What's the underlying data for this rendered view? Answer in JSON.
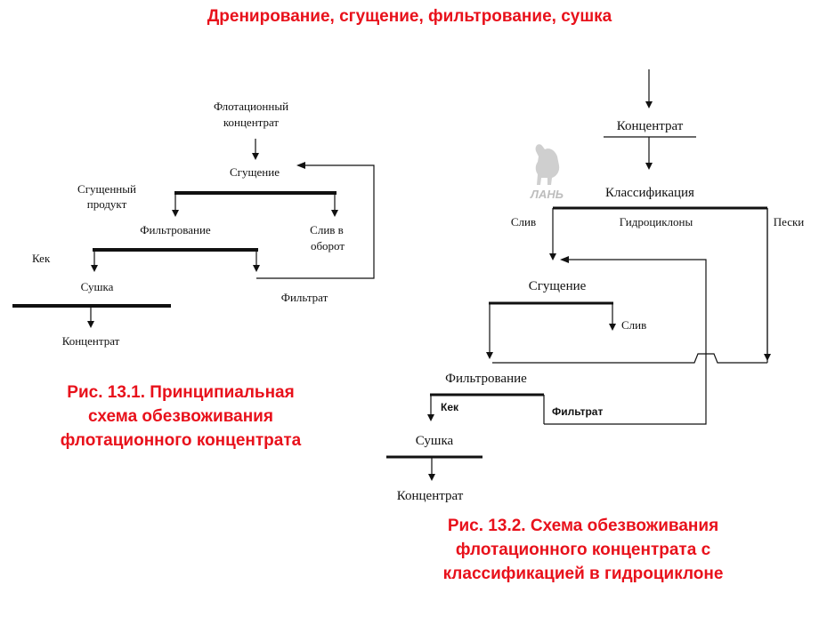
{
  "title": "Дренирование, сгущение, фильтрование, сушка",
  "colors": {
    "title": "#e8111b",
    "ink": "#111111",
    "watermark": "#cfcfcf"
  },
  "diagram1": {
    "nodes": {
      "flotation_concentrate_line1": "Флотационный",
      "flotation_concentrate_line2": "концентрат",
      "thickening": "Сгущение",
      "thickened_product_line1": "Сгущенный",
      "thickened_product_line2": "продукт",
      "overflow_line1": "Слив в",
      "overflow_line2": "оборот",
      "filtration": "Фильтрование",
      "cake": "Кек",
      "drying": "Сушка",
      "filtrate": "Фильтрат",
      "concentrate": "Концентрат"
    },
    "caption_lines": [
      "Рис. 13.1. Принципиальная",
      "схема обезвоживания",
      "флотационного концентрата"
    ]
  },
  "diagram2": {
    "nodes": {
      "concentrate_top": "Концентрат",
      "classification": "Классификация",
      "overflow_left": "Слив",
      "hydrocyclones": "Гидроциклоны",
      "sands": "Пески",
      "thickening": "Сгущение",
      "overflow_right": "Слив",
      "filtration": "Фильтрование",
      "cake": "Кек",
      "filtrate": "Фильтрат",
      "drying": "Сушка",
      "concentrate_bottom": "Концентрат"
    },
    "watermark": "ЛАНЬ",
    "caption_lines": [
      "Рис. 13.2. Схема обезвоживания",
      "флотационного концентрата с",
      "классификацией в гидроциклоне"
    ]
  }
}
